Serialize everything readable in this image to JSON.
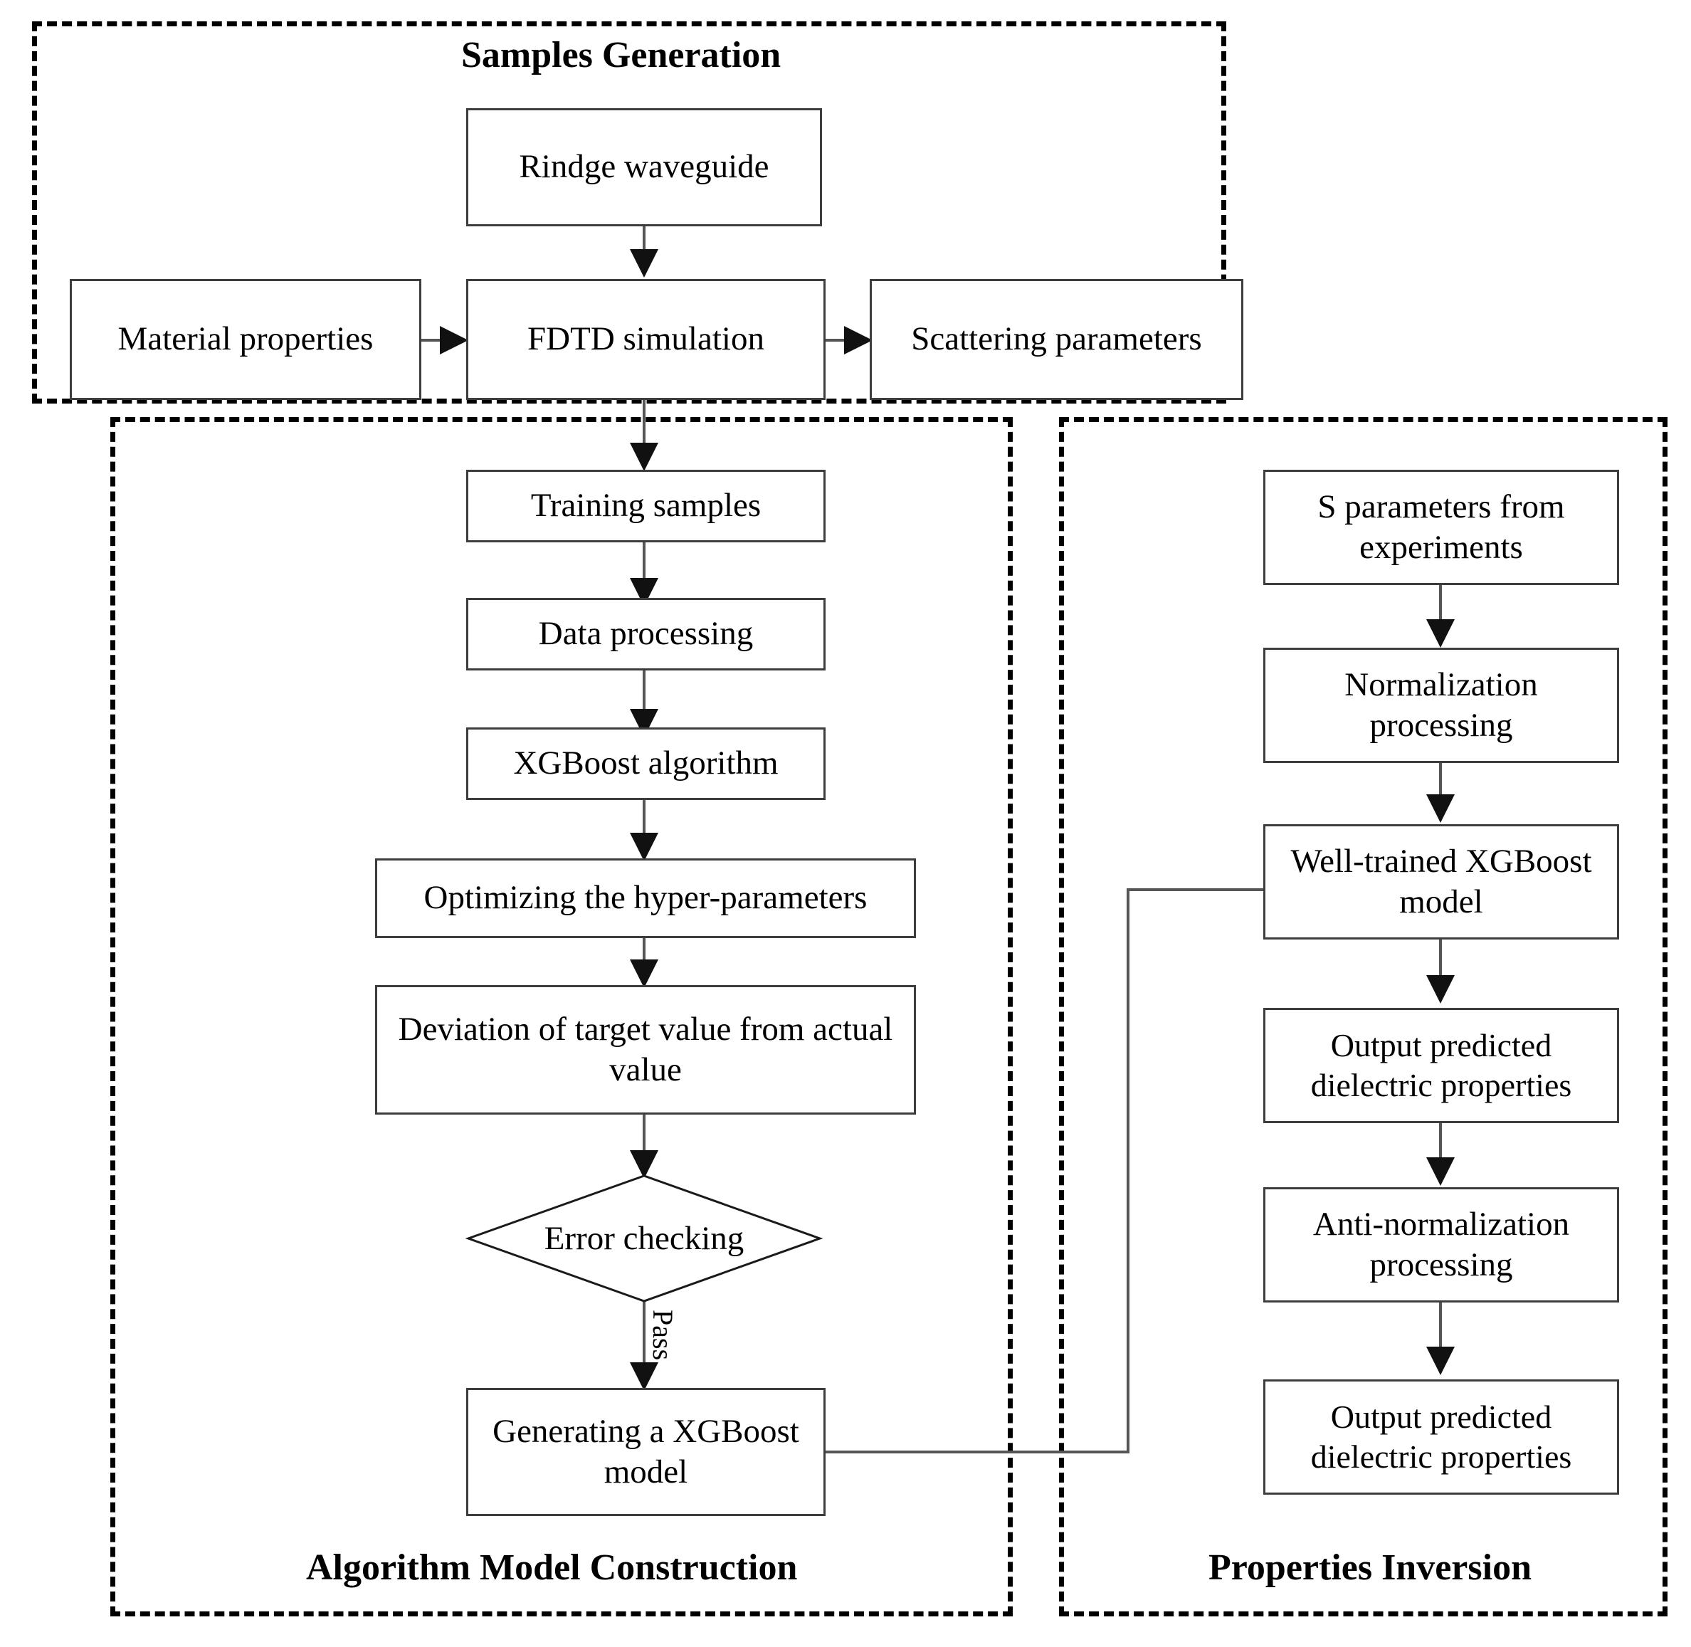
{
  "diagram": {
    "title_samples": "Samples Generation",
    "title_algorithm": "Algorithm Model Construction",
    "title_inversion": "Properties Inversion",
    "edge_label_pass": "Pass"
  },
  "nodes": {
    "ridge_waveguide": "Rindge waveguide",
    "material_properties": "Material properties",
    "fdtd_simulation": "FDTD simulation",
    "scattering_parameters": "Scattering parameters",
    "training_samples": "Training samples",
    "data_processing": "Data  processing",
    "xgboost_algorithm": "XGBoost algorithm",
    "optimizing_hyper": "Optimizing the hyper-parameters",
    "deviation_target": "Deviation of target value from actual value",
    "error_checking": "Error checking",
    "generating_model": "Generating a XGBoost model",
    "s_parameters_exp": "S parameters from experiments",
    "normalization": "Normalization processing",
    "well_trained_model": "Well-trained XGBoost model",
    "output_predicted_1": "Output predicted dielectric properties",
    "anti_normalization": "Anti-normalization processing",
    "output_predicted_2": "Output predicted dielectric properties"
  },
  "colors": {
    "stroke": "#3d3d3d",
    "line": "#555555",
    "dashed_border": "#000000",
    "text": "#000000",
    "background": "#ffffff"
  }
}
